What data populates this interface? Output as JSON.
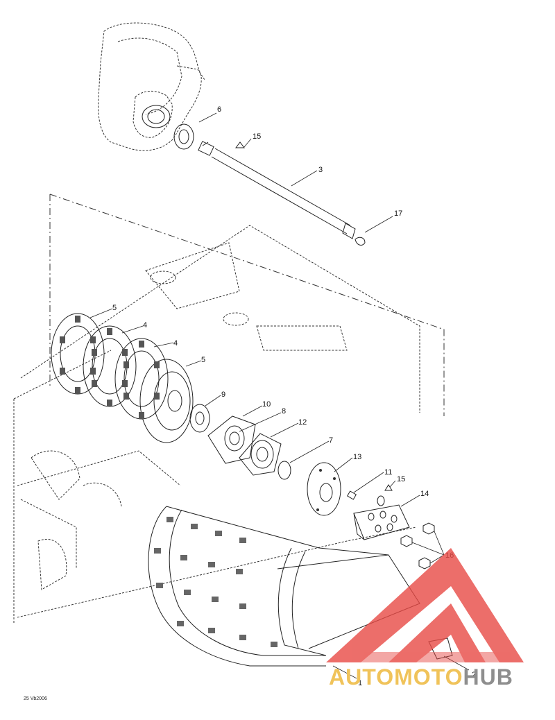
{
  "diagram": {
    "callouts": [
      "1",
      "2",
      "3",
      "4",
      "4",
      "5",
      "5",
      "6",
      "7",
      "8",
      "9",
      "10",
      "11",
      "12",
      "13",
      "14",
      "15",
      "15",
      "16",
      "17"
    ],
    "footnote": "25 Vb2006"
  },
  "watermark": {
    "word1": "AUTOMOTO",
    "word2": "HUB",
    "color_word1": "#f0c35a",
    "color_word2": "#8e8e8e",
    "triangle_color": "#e84a45"
  }
}
